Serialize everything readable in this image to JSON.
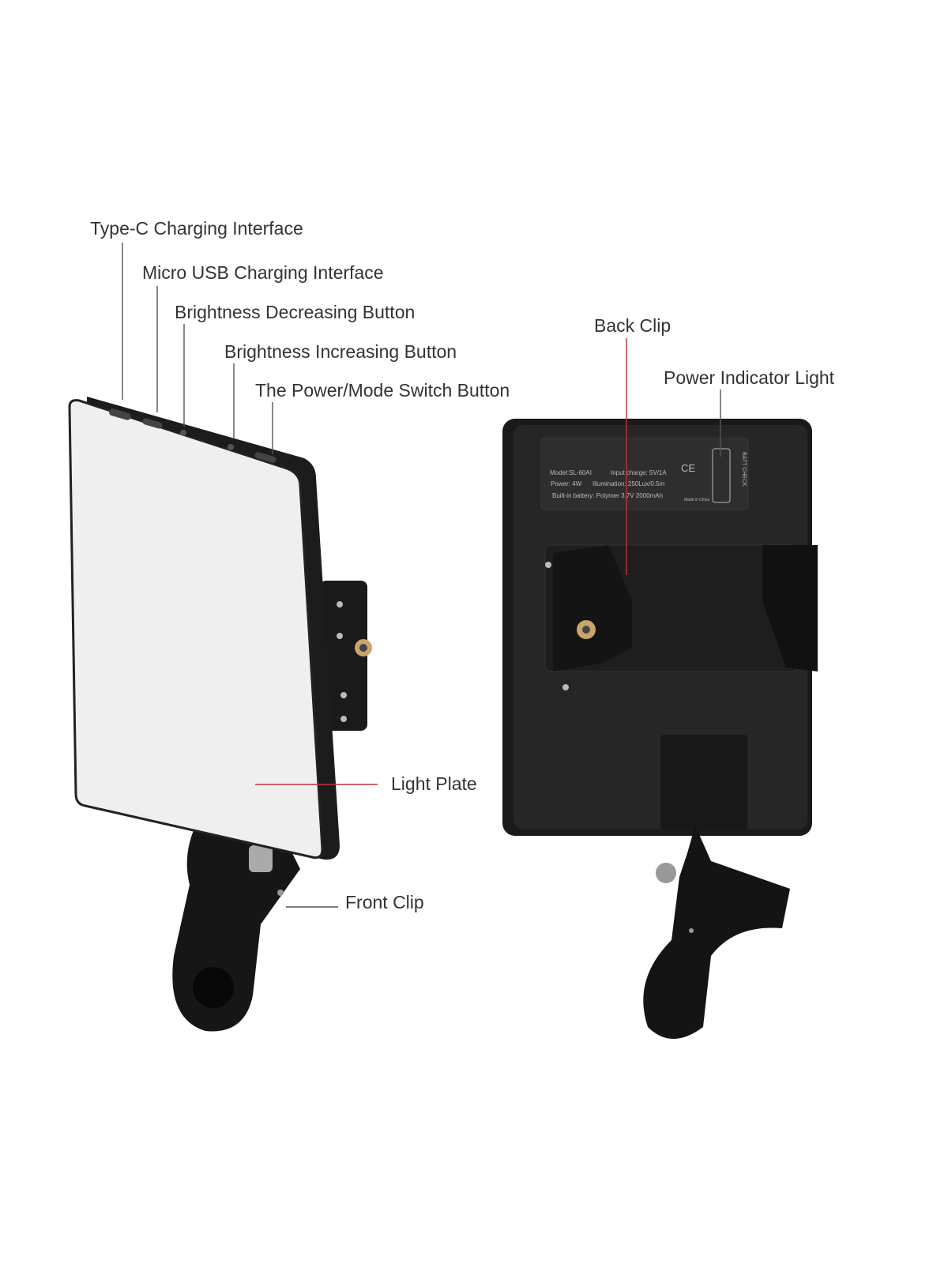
{
  "labels": {
    "type_c": "Type-C Charging Interface",
    "micro_usb": "Micro USB Charging Interface",
    "brightness_down": "Brightness Decreasing Button",
    "brightness_up": "Brightness Increasing Button",
    "power_mode": "The Power/Mode Switch Button",
    "back_clip": "Back Clip",
    "power_indicator": "Power Indicator Light",
    "light_plate": "Light Plate",
    "front_clip": "Front Clip"
  },
  "back_label": {
    "line1a": "Model:SL-60AI",
    "line1b": "Input charge: 5V/1A",
    "line2a": "Power: 4W",
    "line2b": "Illumination: 250Lux/0.5m",
    "line3": "Built-in battery: Polymer 3.7V 2000mAh",
    "ce": "CE",
    "made_in": "Made in China",
    "batt_check": "BATT CHECK"
  },
  "colors": {
    "leader_gray": "#555555",
    "leader_red": "#c0303a",
    "device": "#1c1c1c"
  }
}
